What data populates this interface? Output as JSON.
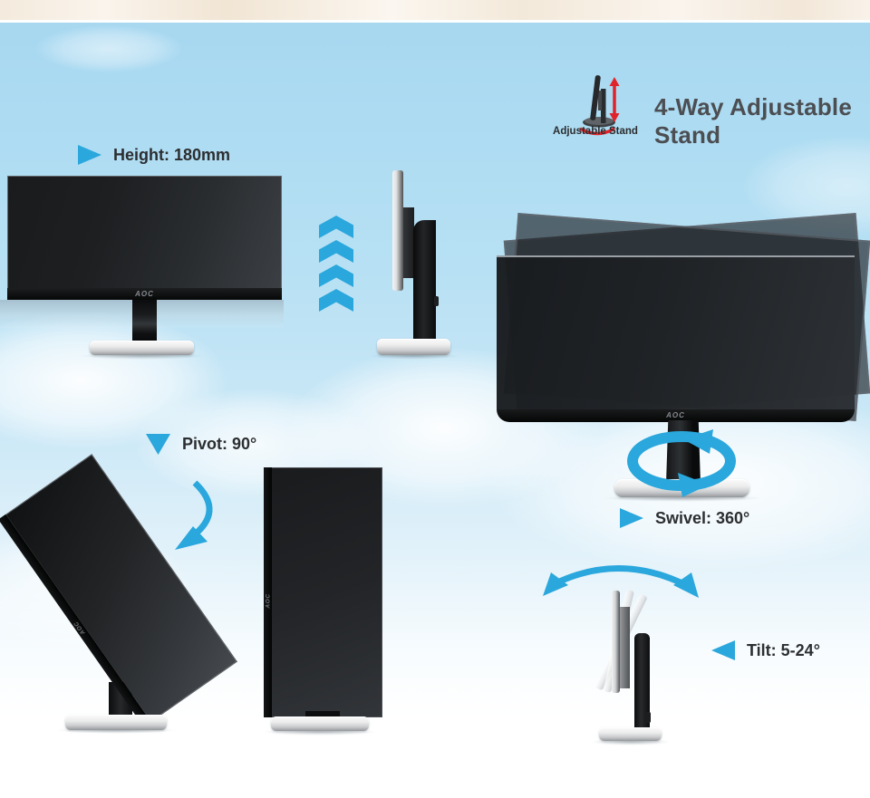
{
  "header": {
    "title": "4-Way Adjustable Stand",
    "icon_label": "Adjustable Stand"
  },
  "features": {
    "height": {
      "label": "Height: 180mm"
    },
    "pivot": {
      "label": "Pivot: 90°"
    },
    "swivel": {
      "label": "Swivel: 360°"
    },
    "tilt": {
      "label": "Tilt: 5-24°"
    }
  },
  "brand": {
    "logo": "AOC"
  },
  "colors": {
    "accent_blue": "#2aa7dc",
    "arrow_red": "#e0232b",
    "title_gray": "#4c4e52",
    "label_dark": "#2c2e30",
    "sky_blue": "#a6d7f0"
  }
}
